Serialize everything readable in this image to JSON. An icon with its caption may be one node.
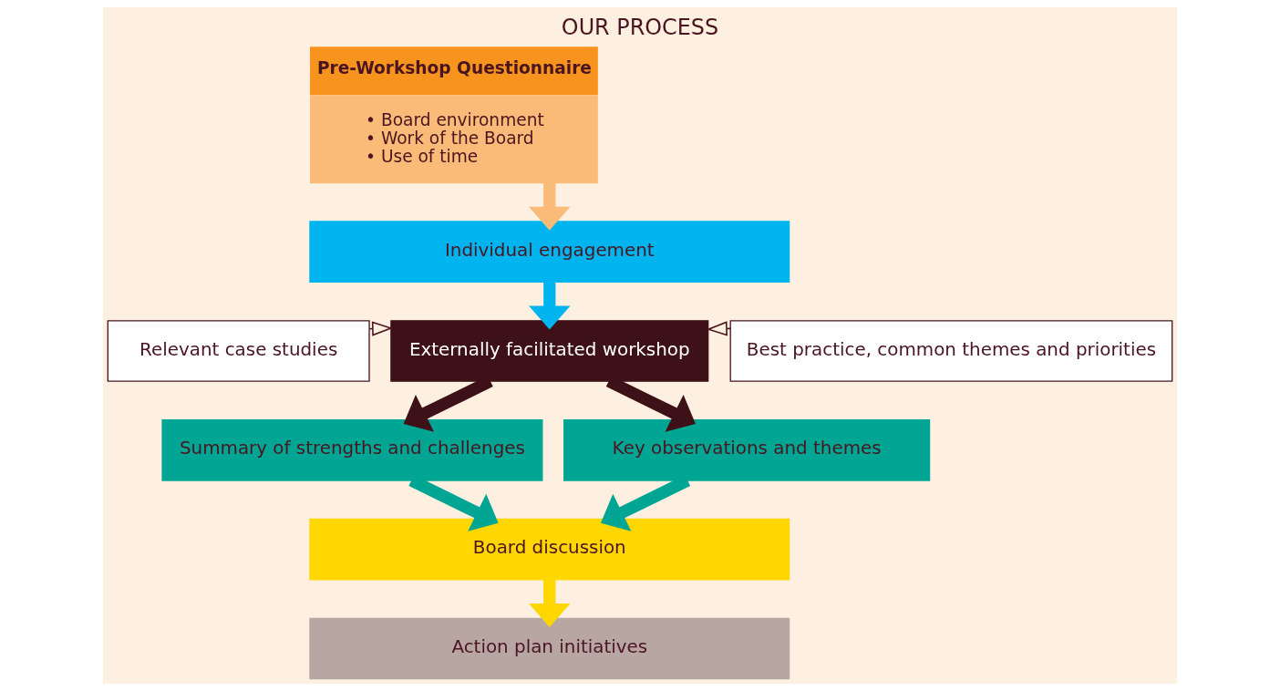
{
  "diagram": {
    "title": "OUR PROCESS",
    "nodes": [
      {
        "text": [
          "Pre-Workshop Questionnaire",
          "• Board environment",
          "• Work of the Board",
          "• Use of time"
        ]
      },
      {
        "text": [
          "Individual engagement"
        ]
      },
      {
        "text": [
          "Relevant case studies"
        ]
      },
      {
        "text": [
          "Externally facilitated workshop"
        ]
      },
      {
        "text": [
          "Best practice, common themes and priorities"
        ]
      },
      {
        "text": [
          "Summary of strengths and challenges"
        ]
      },
      {
        "text": [
          "Key observations and themes"
        ]
      },
      {
        "text": [
          "Board discussion"
        ]
      },
      {
        "text": [
          "Action plan initiatives"
        ]
      }
    ],
    "edges": [
      {
        "from": 0,
        "to": 1,
        "arrow": "to",
        "color": "#fbbb78"
      },
      {
        "from": 1,
        "to": 3,
        "arrow": "to",
        "color": "#00b5ef"
      },
      {
        "from": 2,
        "to": 3,
        "arrow": "to"
      },
      {
        "from": 4,
        "to": 3,
        "arrow": "to"
      },
      {
        "from": 3,
        "to": 5,
        "arrow": "to",
        "color": "#3e1018"
      },
      {
        "from": 3,
        "to": 6,
        "arrow": "to",
        "color": "#3e1018"
      },
      {
        "from": 5,
        "to": 7,
        "arrow": "to",
        "color": "#00a693"
      },
      {
        "from": 6,
        "to": 7,
        "arrow": "to",
        "color": "#00a693"
      },
      {
        "from": 7,
        "to": 8,
        "arrow": "to",
        "color": "#ffd600"
      }
    ]
  }
}
